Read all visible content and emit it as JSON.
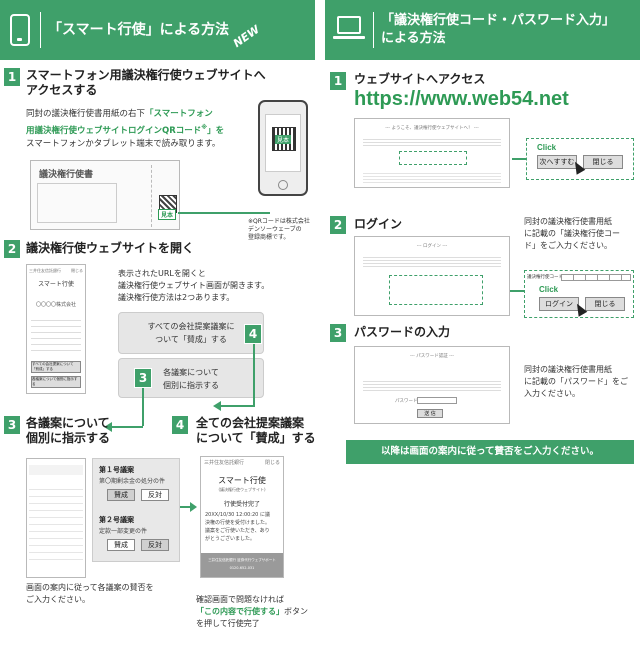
{
  "left": {
    "header_title": "「スマート行使」による方法",
    "new_badge": "NEW",
    "step1": {
      "num": "1",
      "title_l1": "スマートフォン用議決権行使ウェブサイトへ",
      "title_l2": "アクセスする",
      "desc_l1": "同封の議決権行使書用紙の右下",
      "desc_l1_hl": "「スマートフォン",
      "desc_l2_hl": "用議決権行使ウェブサイトログインQRコード",
      "desc_l2_sup": "※",
      "desc_l2_tail": "」を",
      "desc_l3": "スマートフォンかタブレット端末で読み取ります。",
      "card_title": "議決権行使書",
      "sample_stamp": "見本",
      "qr_stamp": "見本",
      "note_l1": "※QRコードは株式会社",
      "note_l2": "デンソーウェーブの",
      "note_l3": "登録商標です。"
    },
    "step2": {
      "num": "2",
      "title": "議決権行使ウェブサイトを開く",
      "desc_l1": "表示されたURLを開くと",
      "desc_l2": "議決権行使ウェブサイト画面が開きます。",
      "desc_l3": "議決権行使方法は2つあります。",
      "opt_all_l1": "すべての会社提案議案に",
      "opt_all_l2": "ついて「賛成」する",
      "opt_each_l1": "各議案について",
      "opt_each_l2": "個別に指示する",
      "marker3": "3",
      "marker4": "4",
      "phone_title": "スマート行使",
      "phone_bank": "三井住友信託銀行",
      "phone_close": "閉じる",
      "phone_company": "〇〇〇〇株式会社",
      "phone_btn1": "すべての会社提案について「賛成」する",
      "phone_btn2": "各議案について個別に指示する"
    },
    "step3": {
      "num": "3",
      "title_l1": "各議案について",
      "title_l2": "個別に指示する",
      "item1_title": "第１号議案",
      "item1_desc": "第〇期剰余金の処分の件",
      "item2_title": "第２号議案",
      "item2_desc": "定款一部変更の件",
      "approve": "賛成",
      "oppose": "反対",
      "caption_l1": "画面の案内に従って各議案の賛否を",
      "caption_l2": "ご入力ください。"
    },
    "step4": {
      "num": "4",
      "title_l1": "全ての会社提案議案",
      "title_l2": "について「賛成」する",
      "done_bank": "三井住友信託銀行",
      "done_close": "閉じる",
      "done_title": "スマート行使",
      "done_sub": "(議決権行使ウェブサイト)",
      "done_status": "行使受付完了",
      "done_msg_l1": "20XX/10/30 12:00:20 に議",
      "done_msg_l2": "決権の行使を受付けました。",
      "done_msg_l3": "議案をご行使いただき、あり",
      "done_msg_l4": "がとうございました。",
      "done_footer_l1": "三井住友信託銀行 証券代行ウェブサポート",
      "done_footer_l2": "0120-652-031",
      "caption_l1": "確認画面で問題なければ",
      "caption_hl": "「この内容で行使する」",
      "caption_tail": "ボタン",
      "caption_l3": "を押して行使完了"
    }
  },
  "right": {
    "header_l1": "「議決権行使コード・パスワード入力」",
    "header_l2": "による方法",
    "step1": {
      "num": "1",
      "title": "ウェブサイトへアクセス",
      "url": "https://www.web54.net",
      "page_heading": "--- ようこそ、議決権行使ウェブサイトへ！ ---",
      "btn_next": "次へすすむ",
      "btn_close": "閉じる",
      "click": "Click"
    },
    "step2": {
      "num": "2",
      "title": "ログイン",
      "page_heading": "--- ログイン ---",
      "code_label": "議決権行使コード",
      "btn_login": "ログイン",
      "btn_close": "閉じる",
      "click": "Click",
      "desc_l1": "同封の議決権行使書用紙",
      "desc_l2": "に記載の「議決権行使コー",
      "desc_l3": "ド」をご入力ください。"
    },
    "step3": {
      "num": "3",
      "title": "パスワードの入力",
      "page_heading": "--- パスワード認証 ---",
      "pw_label": "パスワード",
      "btn_ok": "送 信",
      "desc_l1": "同封の議決権行使書用紙",
      "desc_l2": "に記載の「パスワード」をご",
      "desc_l3": "入力ください。"
    },
    "banner": "以降は画面の案内に従って賛否をご入力ください。"
  }
}
